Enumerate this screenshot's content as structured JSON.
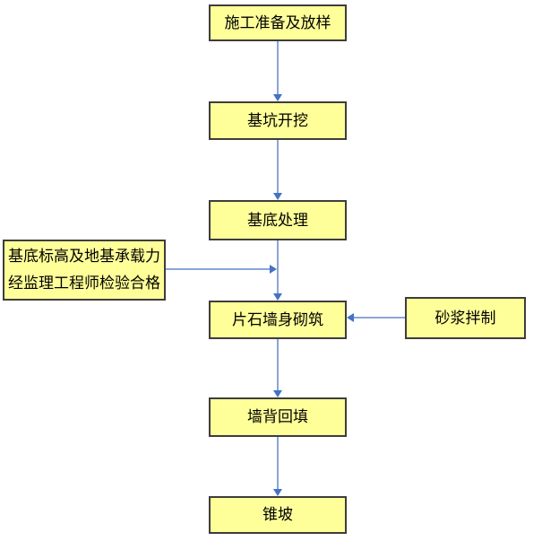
{
  "flowchart": {
    "colors": {
      "node_fill": "#ffff99",
      "node_border": "#3d3d3d",
      "connector": "#8aa5d8",
      "arrowhead": "#4472c4"
    },
    "nodes": {
      "prepare": {
        "label": "施工准备及放样"
      },
      "excavation": {
        "label": "基坑开挖"
      },
      "base_treatment": {
        "label": "基底处理"
      },
      "inspection": {
        "label": "基底标高及地基承载力\n经监理工程师检验合格"
      },
      "masonry": {
        "label": "片石墙身砌筑"
      },
      "mortar": {
        "label": "砂浆拌制"
      },
      "backfill": {
        "label": "墙背回填"
      },
      "cone_slope": {
        "label": "锥坡"
      }
    },
    "edges": [
      {
        "from": "prepare",
        "to": "excavation"
      },
      {
        "from": "excavation",
        "to": "base_treatment"
      },
      {
        "from": "base_treatment",
        "to": "masonry"
      },
      {
        "from": "inspection",
        "to": "masonry"
      },
      {
        "from": "mortar",
        "to": "masonry"
      },
      {
        "from": "masonry",
        "to": "backfill"
      },
      {
        "from": "backfill",
        "to": "cone_slope"
      }
    ]
  }
}
